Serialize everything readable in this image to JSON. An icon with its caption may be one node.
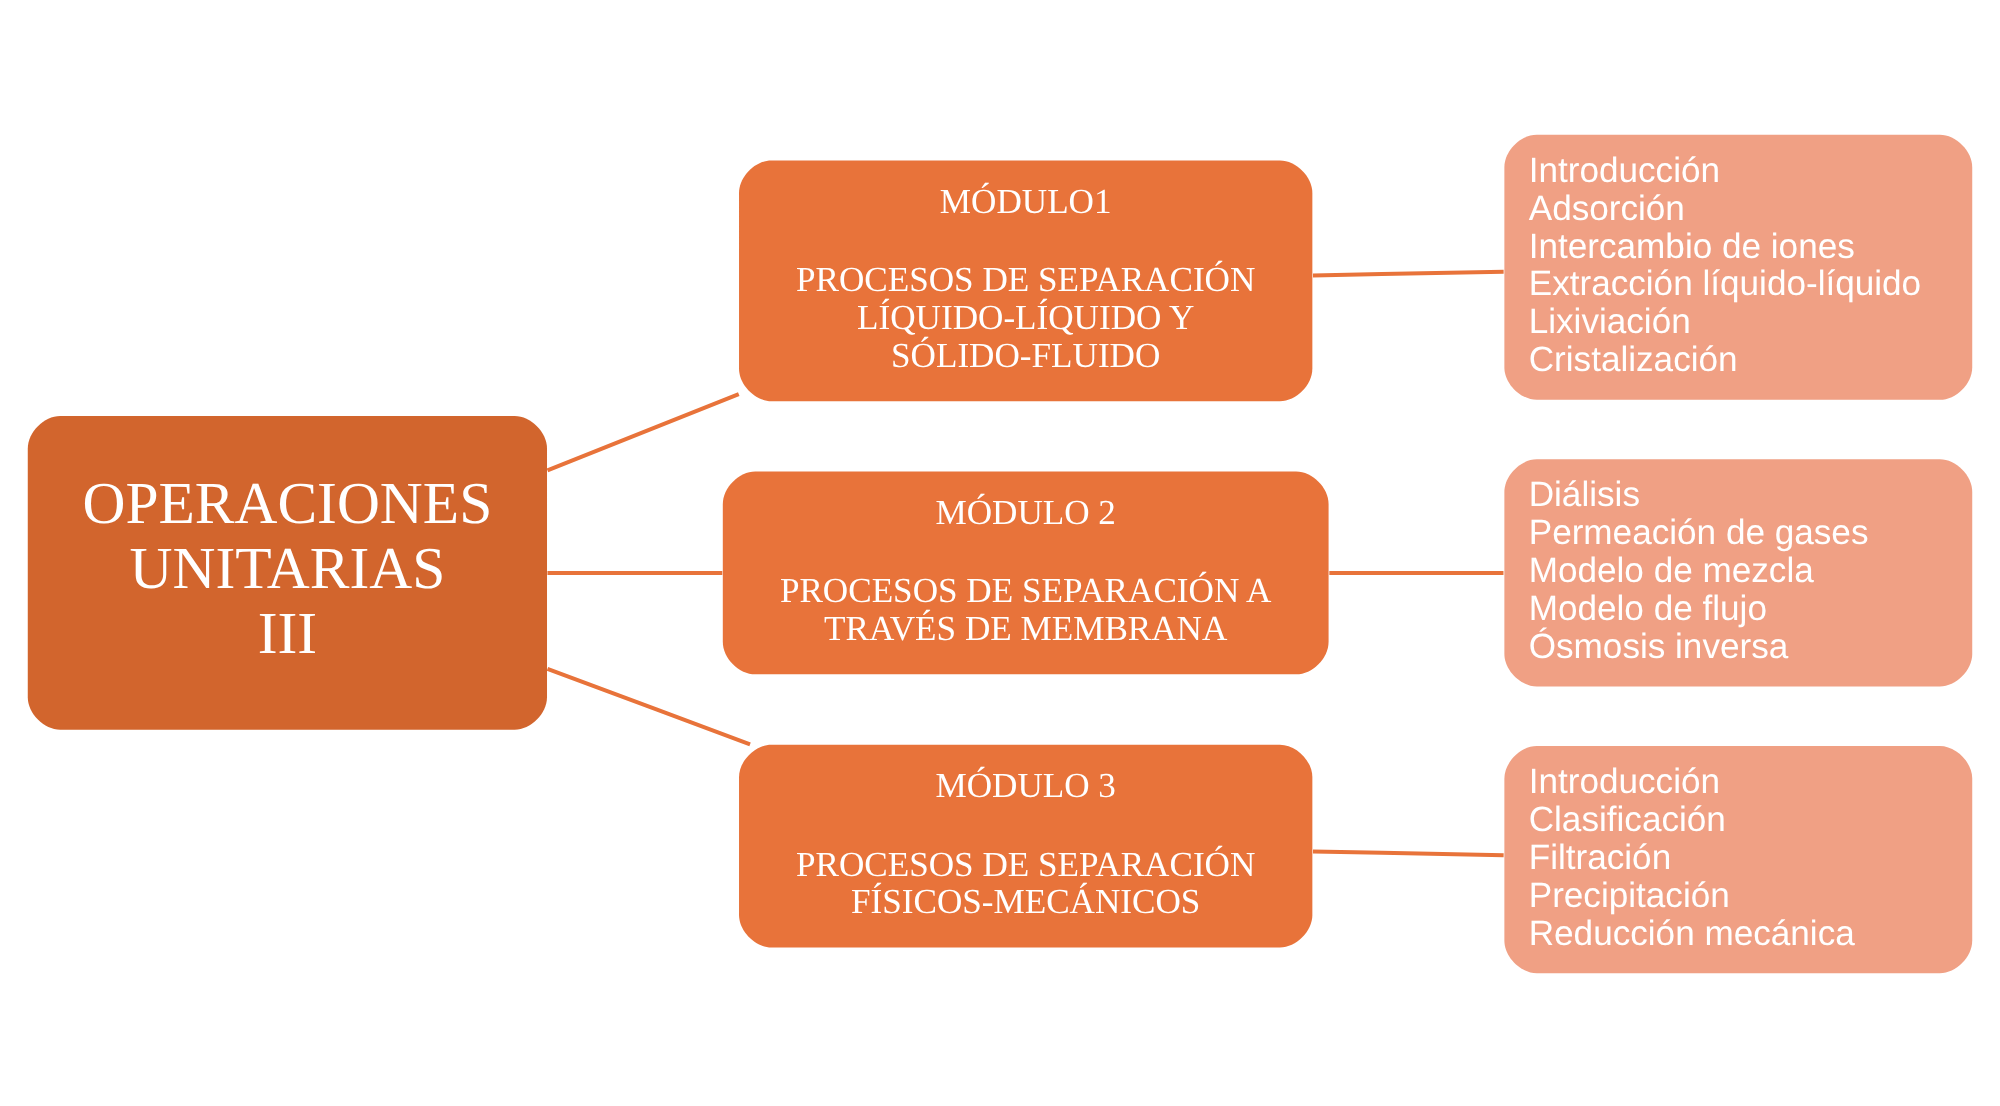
{
  "diagram": {
    "nodes": [
      {
        "text": [
          "OPERACIONES UNITARIAS III"
        ]
      },
      {
        "text": [
          "MÓDULO1",
          "PROCESOS DE SEPARACIÓN LÍQUIDO-LÍQUIDO Y SÓLIDO-FLUIDO"
        ]
      },
      {
        "text": [
          "MÓDULO 2",
          "PROCESOS DE SEPARACIÓN A TRAVÉS DE MEMBRANA"
        ]
      },
      {
        "text": [
          "MÓDULO 3",
          "PROCESOS DE SEPARACIÓN FÍSICOS-MECÁNICOS"
        ]
      },
      {
        "text": [
          "Introducción",
          "Adsorción",
          "Intercambio de iones",
          "Extracción líquido-líquido",
          "Lixiviación",
          "Cristalización"
        ]
      },
      {
        "text": [
          "Diálisis",
          "Permeación de gases",
          "Modelo de mezcla",
          "Modelo de flujo",
          "Ósmosis inversa"
        ]
      },
      {
        "text": [
          "Introducción",
          "Clasificación",
          "Filtración",
          "Precipitación",
          "Reducción mecánica"
        ]
      }
    ],
    "edges": [
      {
        "from": 0,
        "to": 1,
        "arrow": "none"
      },
      {
        "from": 0,
        "to": 2,
        "arrow": "none"
      },
      {
        "from": 0,
        "to": 3,
        "arrow": "none"
      },
      {
        "from": 1,
        "to": 4,
        "arrow": "none"
      },
      {
        "from": 2,
        "to": 5,
        "arrow": "none"
      },
      {
        "from": 3,
        "to": 6,
        "arrow": "none"
      }
    ]
  }
}
